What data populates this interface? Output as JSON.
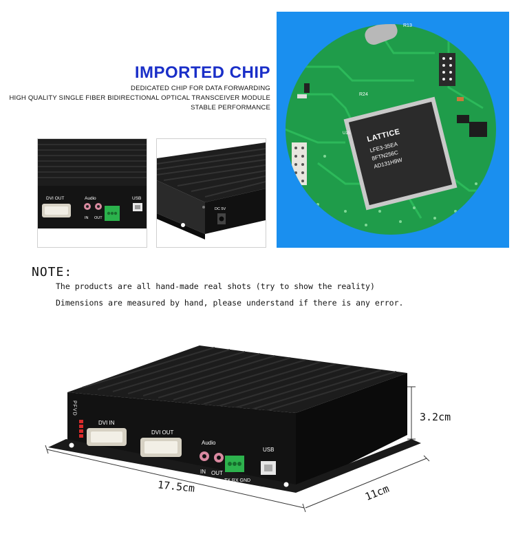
{
  "header": {
    "headline": "IMPORTED CHIP",
    "features": [
      "DEDICATED CHIP FOR DATA FORWARDING",
      "HIGH QUALITY SINGLE FIBER BIDIRECTIONAL OPTICAL TRANSCEIVER MODULE",
      "STABLE PERFORMANCE"
    ]
  },
  "detail_photos": {
    "rear_panel": {
      "dvi_out": "DVI OUT",
      "audio": "Audio",
      "in": "IN",
      "out": "OUT",
      "usb": "USB"
    },
    "side_panel": {
      "dc": "DC 5V"
    },
    "chip": {
      "brand": "LATTICE",
      "model_lines": [
        "LFE3-35EA",
        "8FTN256C",
        "AD131H9W"
      ],
      "ref_labels": [
        "R24",
        "R13",
        "U15"
      ]
    }
  },
  "note": {
    "title": "NOTE:",
    "lines": [
      "The products are all hand-made real shots (try to show the reality)",
      "Dimensions are measured by hand, please understand if there is any error."
    ]
  },
  "product": {
    "labels": {
      "pfvd": "PFVD",
      "dvi_in": "DVI IN",
      "dvi_out": "DVI OUT",
      "audio": "Audio",
      "in": "IN",
      "out": "OUT",
      "tx_rx_gnd": "TX RX GND",
      "usb": "USB"
    },
    "dimensions": {
      "height": "3.2cm",
      "width": "17.5cm",
      "depth": "11cm"
    }
  }
}
